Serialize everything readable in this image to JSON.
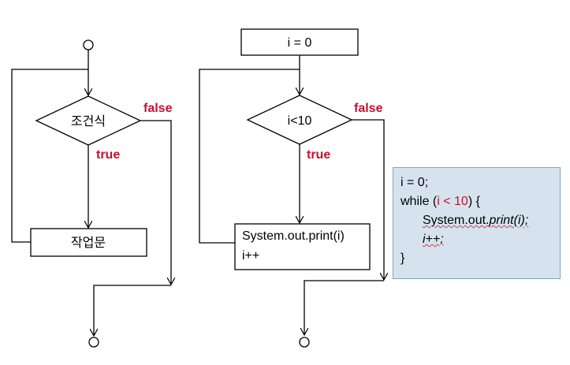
{
  "left_flow": {
    "condition": "조건식",
    "true_label": "true",
    "false_label": "false",
    "statement": "작업문"
  },
  "right_flow": {
    "init": "i = 0",
    "condition": "i<10",
    "true_label": "true",
    "false_label": "false",
    "body_line1": "System.out.print(i)",
    "body_line2": "i++"
  },
  "code": {
    "line1": "i = 0;",
    "while_kw": "while (",
    "while_cond": "i < 10",
    "while_end": ") {",
    "print_obj": "System.out.",
    "print_fn": "print(i);",
    "incr": "i++;",
    "close": "}"
  },
  "colors": {
    "label_red": "#c8102e",
    "code_bg": "#d6e3ef"
  }
}
